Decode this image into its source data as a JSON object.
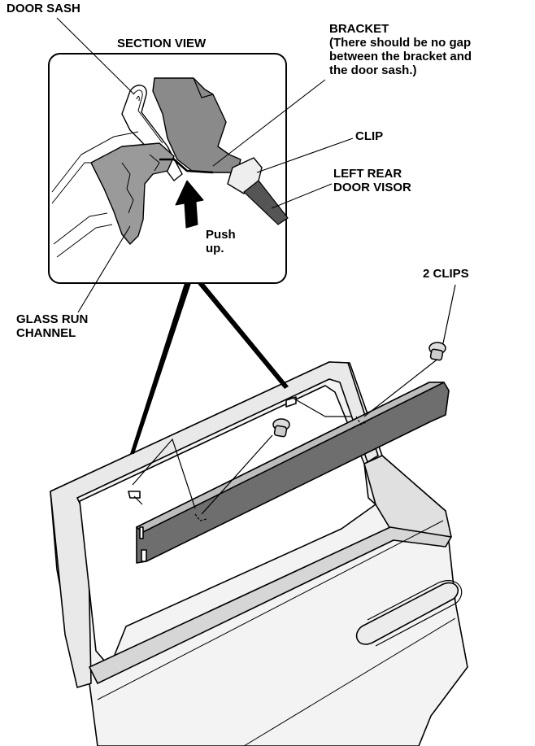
{
  "labels": {
    "door_sash": "DOOR SASH",
    "section_view": "SECTION VIEW",
    "bracket_title": "BRACKET",
    "bracket_note_1": "(There should be no gap",
    "bracket_note_2": "between the bracket and",
    "bracket_note_3": "the door sash.)",
    "clip": "CLIP",
    "visor_1": "LEFT REAR",
    "visor_2": "DOOR VISOR",
    "push_1": "Push",
    "push_2": "up.",
    "two_clips": "2 CLIPS",
    "glass_1": "GLASS RUN",
    "glass_2": "CHANNEL"
  },
  "colors": {
    "line": "#000000",
    "visor_fill": "#6e6e6e",
    "bracket_fill": "#8a8a8a",
    "channel_fill": "#9a9a9a",
    "door_fill": "#f2f2f2",
    "frame_fill": "#e6e6e6"
  }
}
